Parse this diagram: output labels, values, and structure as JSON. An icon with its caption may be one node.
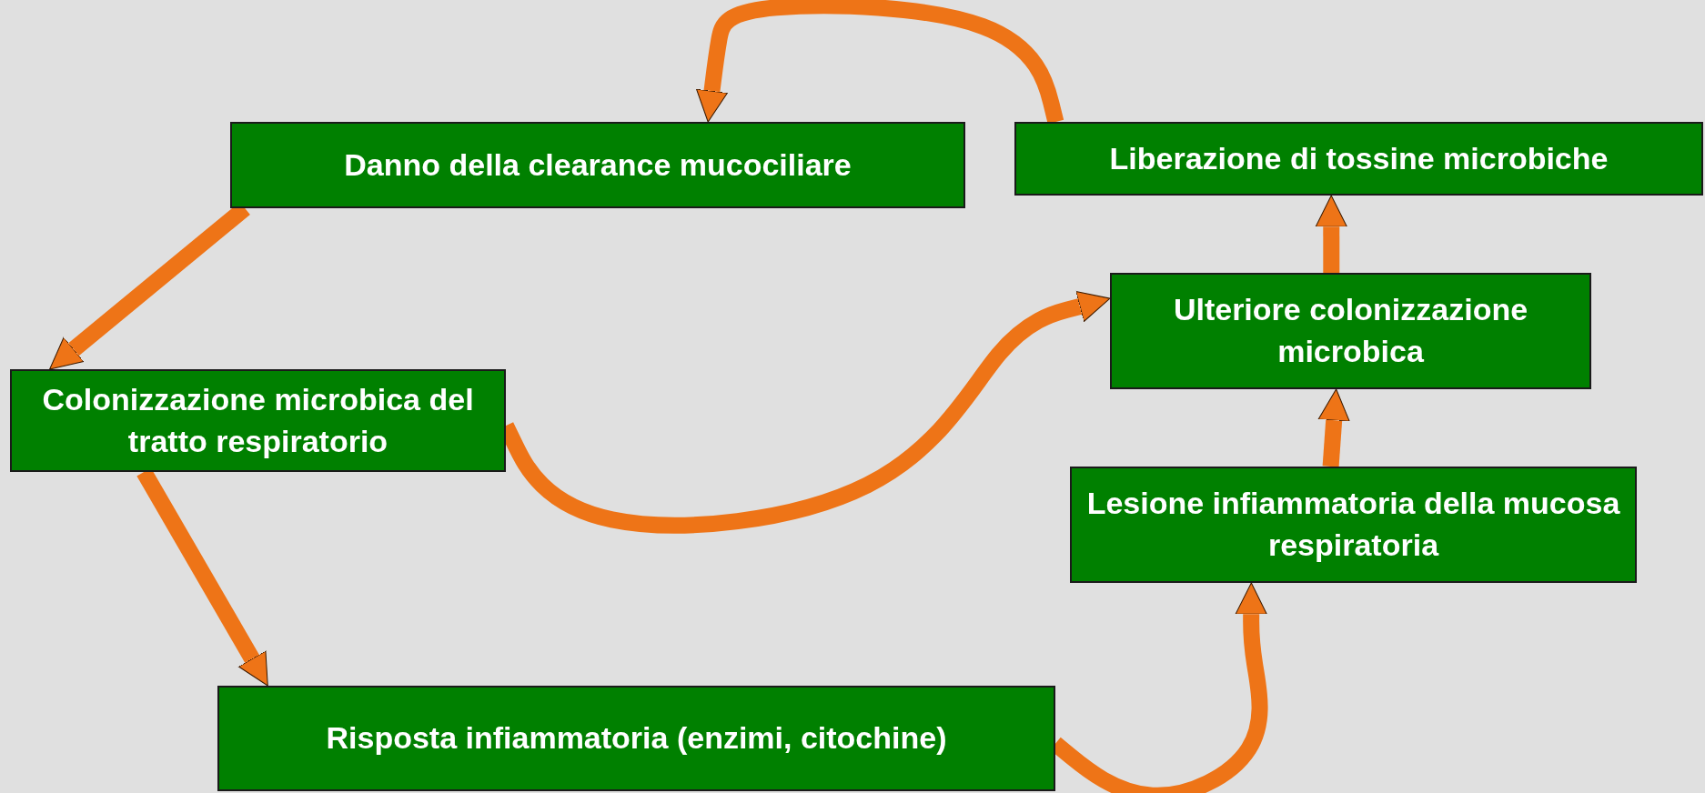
{
  "diagram": {
    "nodes": [
      {
        "text": [
          "Danno della clearance mucociliare"
        ]
      },
      {
        "text": [
          "Liberazione di tossine microbiche"
        ]
      },
      {
        "text": [
          "Ulteriore colonizzazione microbica"
        ]
      },
      {
        "text": [
          "Colonizzazione microbica del tratto respiratorio"
        ]
      },
      {
        "text": [
          "Lesione infiammatoria della mucosa respiratoria"
        ]
      },
      {
        "text": [
          "Risposta infiammatoria (enzimi, citochine)"
        ]
      }
    ],
    "edges": [
      {
        "from": 0,
        "to": 3,
        "arrow": "to"
      },
      {
        "from": 3,
        "to": 5,
        "arrow": "to"
      },
      {
        "from": 5,
        "to": 4,
        "arrow": "to"
      },
      {
        "from": 4,
        "to": 2,
        "arrow": "to"
      },
      {
        "from": 2,
        "to": 1,
        "arrow": "to"
      },
      {
        "from": 3,
        "to": 2,
        "arrow": "to"
      },
      {
        "from": 1,
        "to": 0,
        "arrow": "to"
      }
    ]
  }
}
